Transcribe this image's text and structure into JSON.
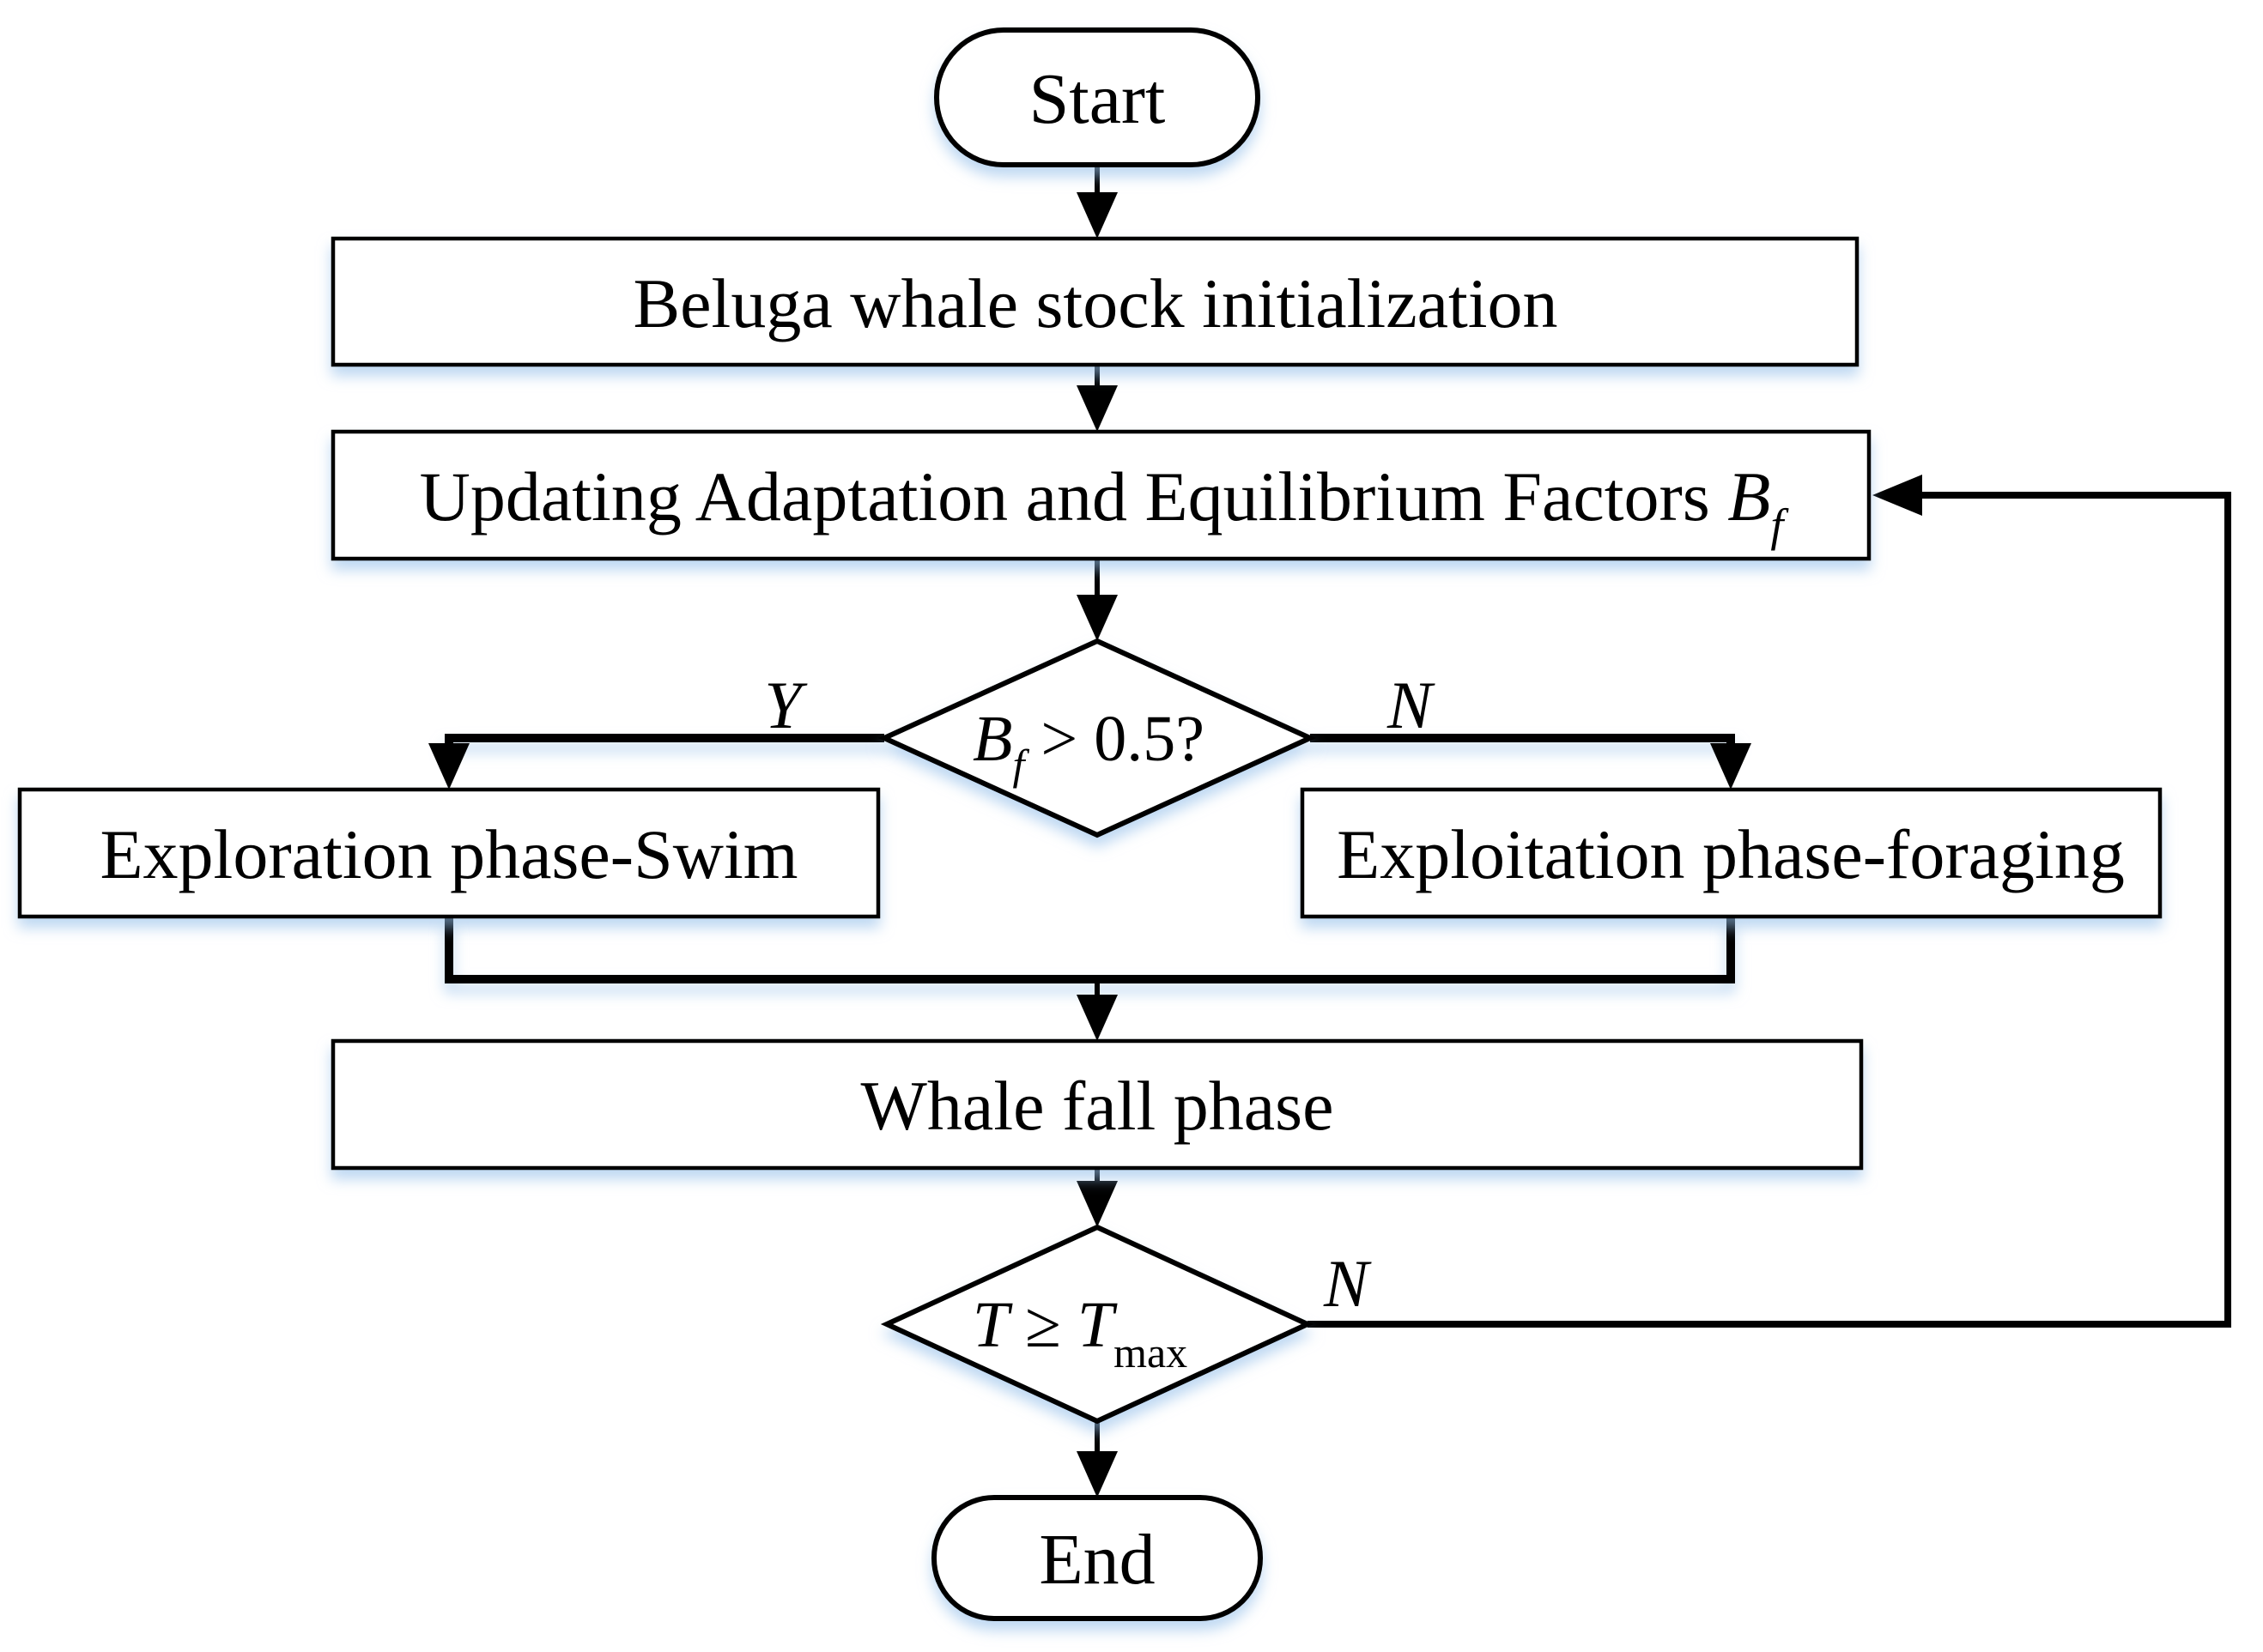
{
  "diagram": {
    "nodes": {
      "start": {
        "label": "Start"
      },
      "init": {
        "label": "Beluga whale stock initialization"
      },
      "update": {
        "label_prefix": "Updating Adaptation and Equilibrium Factors ",
        "var": "B",
        "var_sub": "f"
      },
      "decision_bf": {
        "var": "B",
        "var_sub": "f",
        "condition_rest": " > 0.5?"
      },
      "exploration": {
        "label": "Exploration phase-Swim"
      },
      "exploitation": {
        "label": "Exploitation phase-foraging"
      },
      "whale_fall": {
        "label": "Whale fall phase"
      },
      "decision_t": {
        "var1": "T",
        "operator": " ≥ ",
        "var2": "T",
        "var2_sub": "max"
      },
      "end": {
        "label": "End"
      }
    },
    "edge_labels": {
      "bf_yes": "Y",
      "bf_no": "N",
      "t_no": "N"
    },
    "colors": {
      "line": "#000000",
      "node_fill": "#ffffff",
      "node_stroke": "#000000",
      "shadow": "#bcd8f0",
      "background": "#ffffff"
    }
  }
}
